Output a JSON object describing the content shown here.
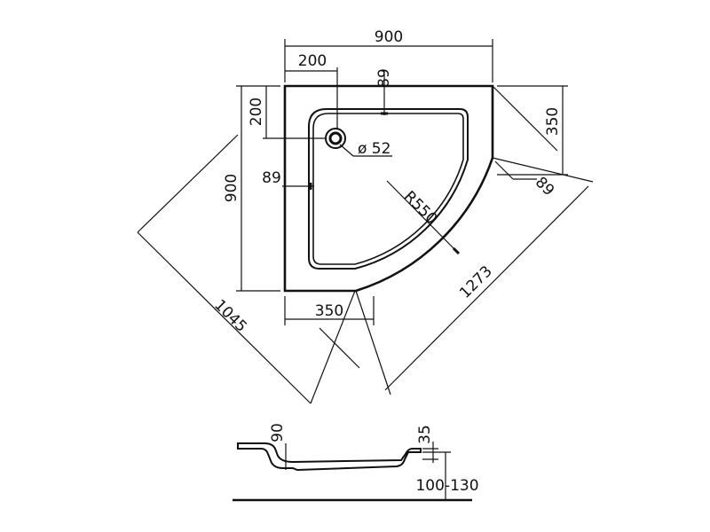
{
  "plan_view": {
    "width_top": "900",
    "height_left": "900",
    "waste_offset_x": "200",
    "waste_offset_y": "200",
    "rim_top": "89",
    "rim_left": "89",
    "rim_diagonal": "89",
    "waste_diameter": "ø 52",
    "radius": "R550",
    "straight_bottom": "350",
    "straight_right": "350",
    "diagonal_inner": "1273",
    "diagonal_outer": "1045"
  },
  "section_view": {
    "waste_depth": "90",
    "rim_height": "35",
    "total_height": "100-130"
  }
}
